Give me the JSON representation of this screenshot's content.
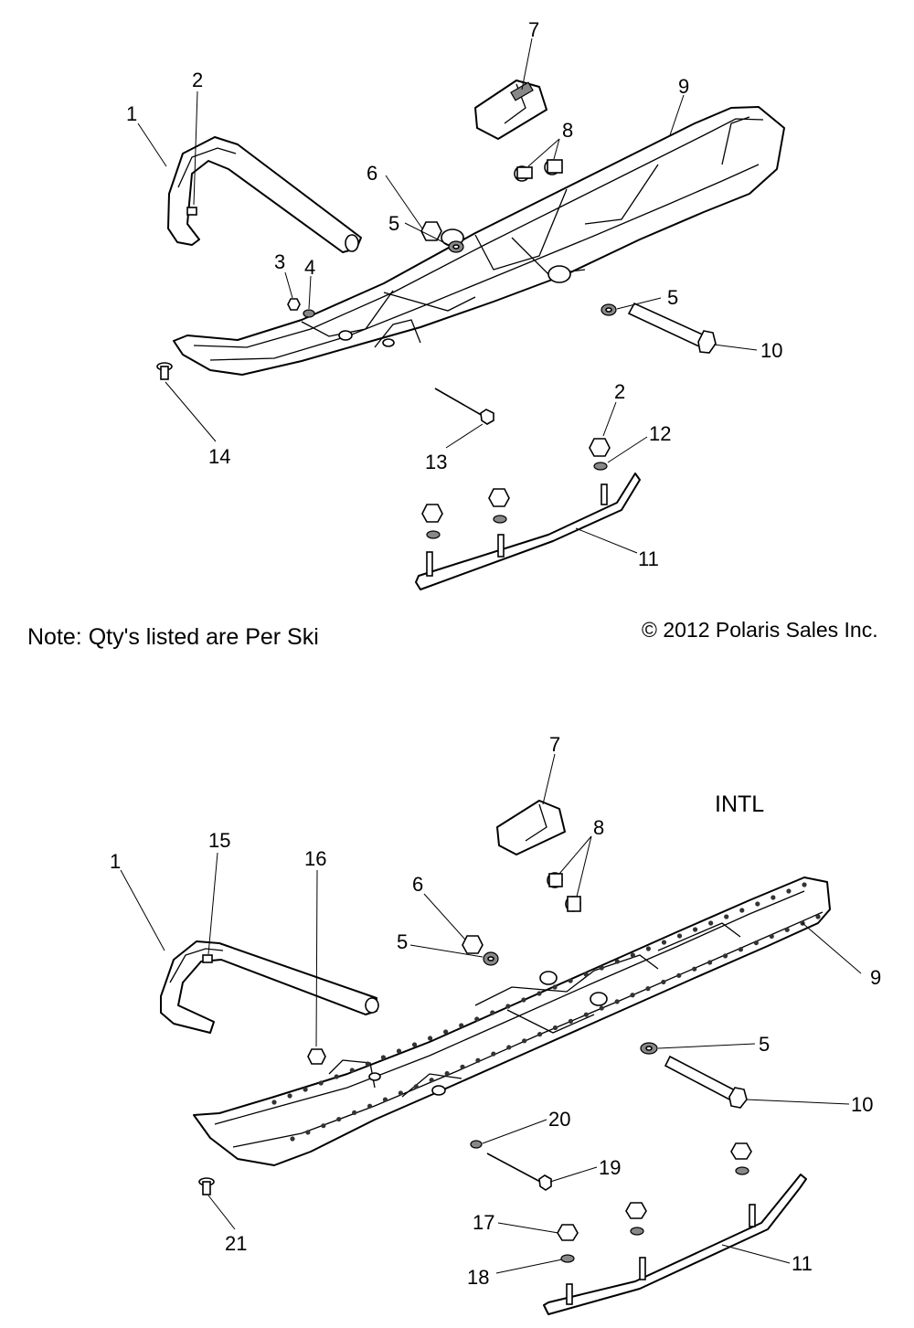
{
  "note": "Note: Qty's listed are Per Ski",
  "copyright": "© 2012 Polaris Sales Inc.",
  "intl_label": "INTL",
  "top_callouts": [
    "1",
    "2",
    "3",
    "4",
    "5",
    "6",
    "5",
    "7",
    "8",
    "9",
    "10",
    "11",
    "12",
    "2",
    "13",
    "14"
  ],
  "bottom_callouts": [
    "1",
    "15",
    "16",
    "6",
    "5",
    "7",
    "8",
    "9",
    "5",
    "10",
    "11",
    "17",
    "18",
    "19",
    "20",
    "21"
  ]
}
